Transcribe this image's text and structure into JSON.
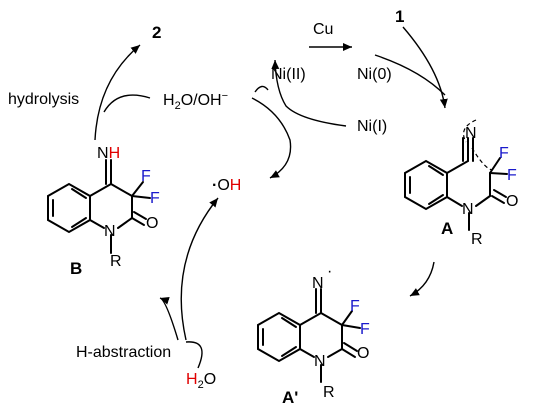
{
  "cycle": {
    "ni_ii": "Ni(II)",
    "cu": "Cu",
    "ni_0": "Ni(0)",
    "ni_i": "Ni(I)",
    "start_label": "1",
    "h2o_oh_base": "H",
    "h2o_oh_sub": "2",
    "h2o_oh_rest": "O/OH",
    "h2o_oh_sup": "−"
  },
  "hydrolysis": {
    "label": "hydrolysis",
    "product": "2"
  },
  "radical": {
    "dot": "·",
    "o": "O",
    "h": "H"
  },
  "h_abstraction": {
    "label": "H-abstraction",
    "water_h": "H",
    "water_sub": "2",
    "water_o": "O"
  },
  "atoms": {
    "N": "N",
    "NH_N": "N",
    "NH_H": "H",
    "F": "F",
    "O": "O",
    "R": "R",
    "imine_dot": "·"
  },
  "compounds": {
    "A": "A",
    "A_prime": "A'",
    "B": "B"
  },
  "colors": {
    "red": "#e00000",
    "blue": "#1a1acc",
    "black": "#000000"
  }
}
